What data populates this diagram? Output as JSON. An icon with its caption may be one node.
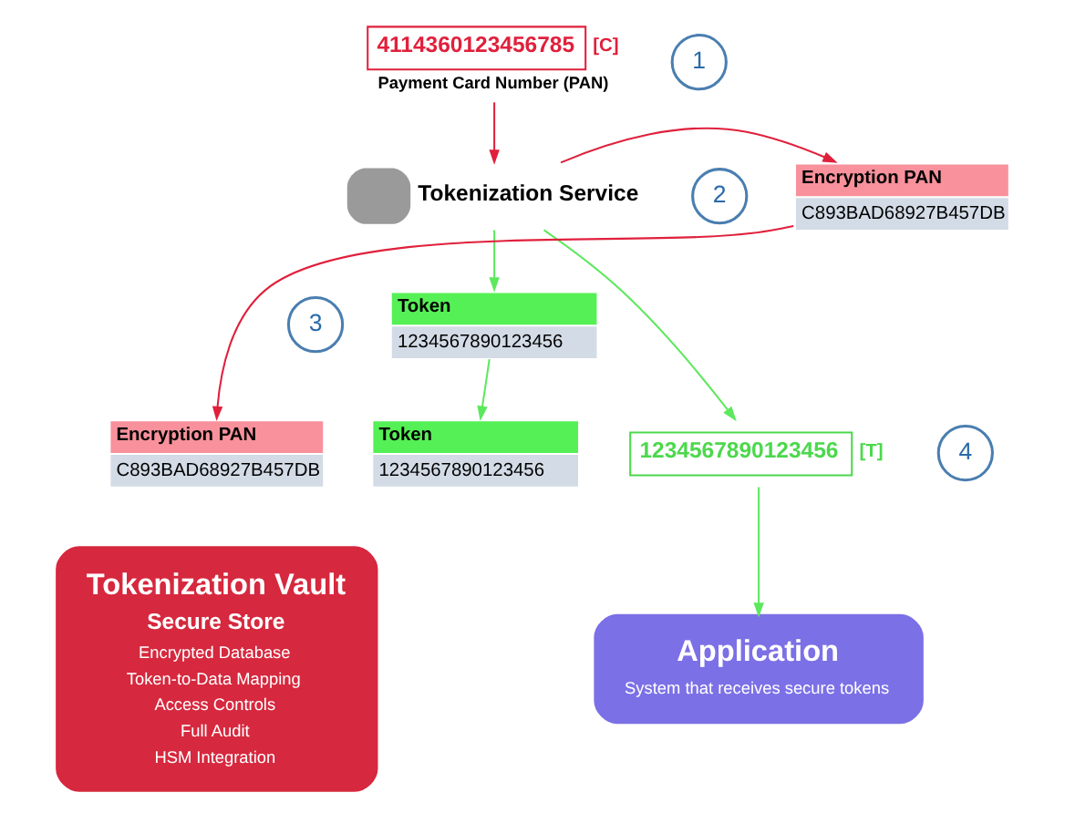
{
  "diagram": {
    "nodes": [
      {
        "text": [
          "4114360123456785"
        ],
        "beside": [
          "[C]",
          "Payment Card Number (PAN)"
        ]
      },
      {
        "text": [
          "1"
        ]
      },
      {
        "text": [
          "Tokenization Service"
        ]
      },
      {
        "text": [
          "2"
        ]
      },
      {
        "text": [
          "Encryption PAN",
          "C893BAD68927B457DB"
        ]
      },
      {
        "text": [
          "3"
        ]
      },
      {
        "text": [
          "Token",
          "1234567890123456"
        ]
      },
      {
        "text": [
          "Encryption PAN",
          "C893BAD68927B457DB"
        ]
      },
      {
        "text": [
          "Token",
          "1234567890123456"
        ]
      },
      {
        "text": [
          "1234567890123456"
        ],
        "beside": [
          "[T]"
        ]
      },
      {
        "text": [
          "4"
        ]
      },
      {
        "text": [
          "Tokenization Vault",
          "Secure Store",
          "Encrypted Database",
          "Token-to-Data Mapping",
          "Access Controls",
          "Full Audit",
          "HSM Integration"
        ]
      },
      {
        "text": [
          "Application",
          "System that receives secure tokens"
        ]
      }
    ],
    "edges": [
      {
        "from": 0,
        "to": 2,
        "arrow": "to",
        "color": "#e0203c"
      },
      {
        "from": 2,
        "to": 4,
        "arrow": "to",
        "color": "#e0203c"
      },
      {
        "from": 2,
        "to": 6,
        "arrow": "to",
        "color": "#5de85d"
      },
      {
        "from": 2,
        "to": 9,
        "arrow": "to",
        "color": "#5de85d"
      },
      {
        "from": 4,
        "to": 7,
        "arrow": "to",
        "color": "#e0203c"
      },
      {
        "from": 6,
        "to": 8,
        "arrow": "to",
        "color": "#5de85d"
      },
      {
        "from": 9,
        "to": 12,
        "arrow": "to",
        "color": "#5de85d"
      }
    ]
  }
}
